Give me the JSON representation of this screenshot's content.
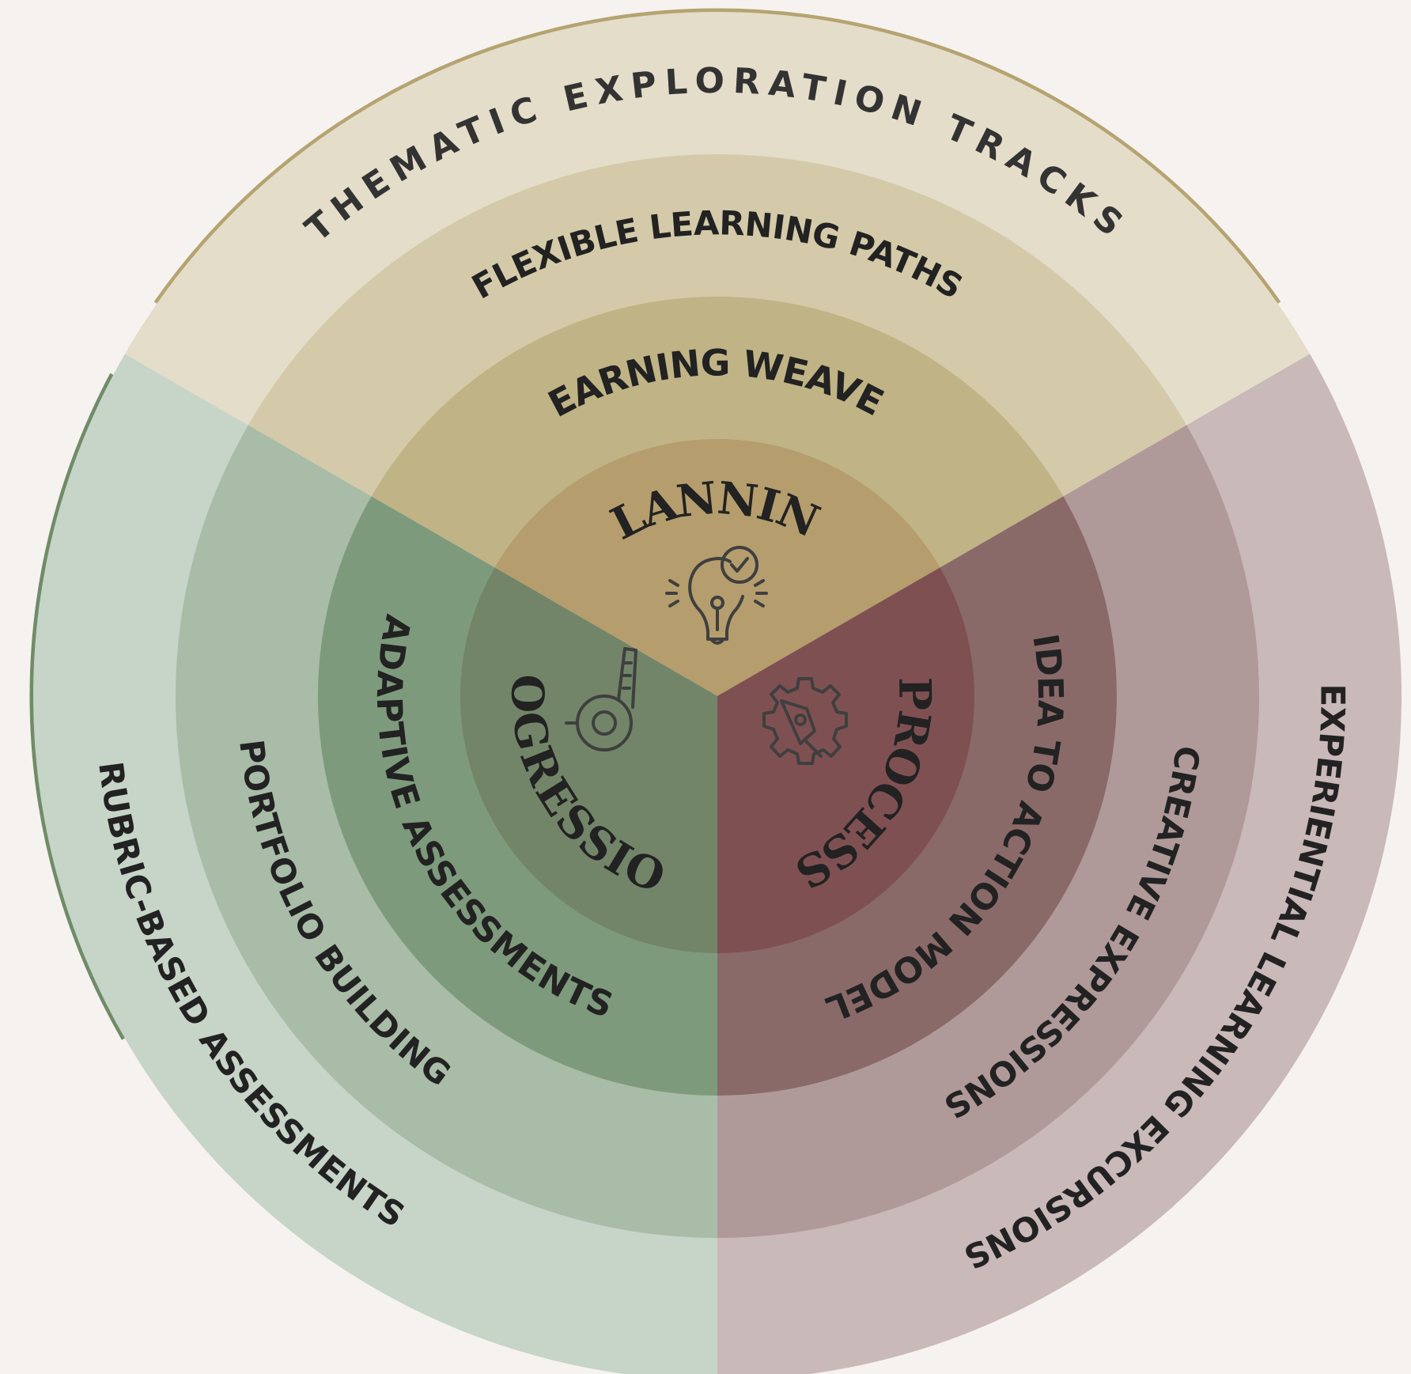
{
  "sectors": {
    "planning": {
      "rings": [
        "PLANNING",
        "LEARNING WEAVES",
        "FLEXIBLE LEARNING PATHS",
        "THEMATIC EXPLORATION TRACKS"
      ],
      "colors": [
        "#b59d6d",
        "#c0b385",
        "#d4caa9",
        "#e4ddc9"
      ],
      "icon": "lightbulb-check-icon"
    },
    "process": {
      "rings": [
        "PROCESS",
        "IDEA TO ACTION MODEL",
        "CREATIVE EXPRESSIONS",
        "EXPERIENTIAL LEARNING EXCURSIONS"
      ],
      "colors": [
        "#7f5052",
        "#8a6a68",
        "#b09a99",
        "#c9b9b8"
      ],
      "icon": "gear-pen-icon"
    },
    "progression": {
      "rings": [
        "PROGRESSION",
        "ADAPTIVE ASSESSMENTS",
        "PORTFOLIO BUILDING",
        "RUBRIC-BASED ASSESSMENTS"
      ],
      "colors": [
        "#728568",
        "#7e9a7c",
        "#a8bca7",
        "#c7d4c8"
      ],
      "icon": "measuring-tape-icon"
    }
  },
  "accent_colors": {
    "planning_edge": "#b5a371",
    "progression_edge": "#6f8c67"
  }
}
